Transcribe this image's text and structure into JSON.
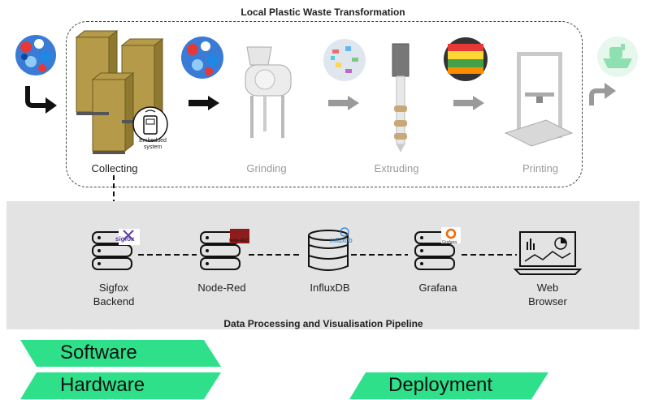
{
  "top": {
    "title": "Local Plastic Waste Transformation",
    "stages": {
      "collecting": "Collecting",
      "grinding": "Grinding",
      "extruding": "Extruding",
      "printing": "Printing"
    },
    "embedded_label_line1": "Embedded",
    "embedded_label_line2": "system"
  },
  "pipeline": {
    "title": "Data Processing and Visualisation Pipeline",
    "nodes": {
      "sigfox_line1": "Sigfox",
      "sigfox_line2": "Backend",
      "sigfox_logo": "sigfox",
      "nodered": "Node-Red",
      "nodered_logo": "Node-RED",
      "influx": "InfluxDB",
      "influx_logo": "influxdb",
      "grafana": "Grafana",
      "grafana_logo": "Grafana",
      "web_line1": "Web",
      "web_line2": "Browser"
    }
  },
  "legend": {
    "software": "Software",
    "hardware": "Hardware",
    "deployment": "Deployment"
  },
  "colors": {
    "ribbon": "#2ee089",
    "band": "#e3e3e3",
    "stage_active": "#222222",
    "stage_faded": "#9a9a9a"
  }
}
